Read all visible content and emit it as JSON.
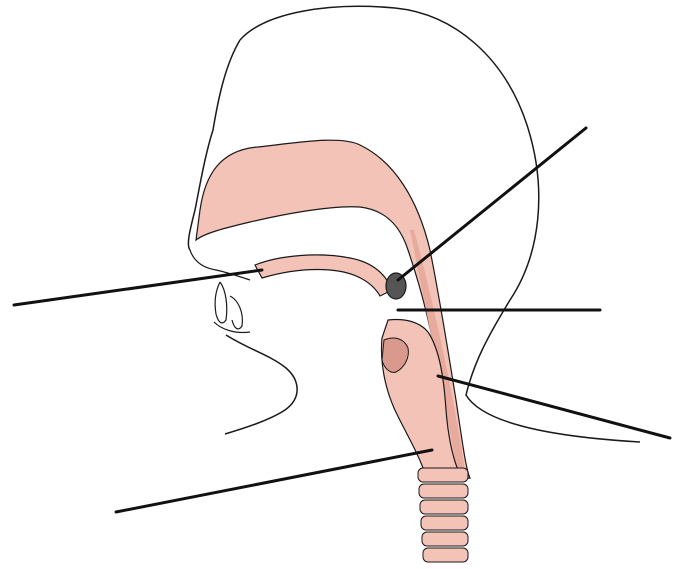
{
  "diagram": {
    "colors": {
      "background": "#ffffff",
      "outline": "#1a1a1a",
      "tissue": "#f4c3b8",
      "tissue_dark": "#d99a8d",
      "tissue_shadow": "#e8aa9d",
      "label_line": "#111111",
      "tonsil": "#555555"
    },
    "labels": [
      {
        "name": "label-line-upper-right",
        "text": ""
      },
      {
        "name": "label-line-left",
        "text": ""
      },
      {
        "name": "label-line-right",
        "text": ""
      },
      {
        "name": "label-line-lower-right",
        "text": ""
      },
      {
        "name": "label-line-lower-left",
        "text": ""
      }
    ]
  }
}
